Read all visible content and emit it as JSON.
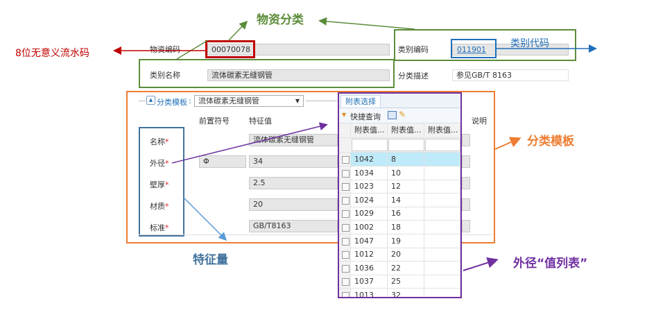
{
  "annotations": {
    "material_category": "物资分类",
    "serial_code": "8位无意义流水码",
    "category_code": "类别代码",
    "category_template": "分类模板",
    "feature_quantity": "特征量",
    "od_value_list": "外径“值列表”"
  },
  "colors": {
    "green": "#5b8c3a",
    "red": "#c00000",
    "blue": "#1f6fb8",
    "orange": "#ed7d31",
    "purple": "#7030a0",
    "steel": "#41719c"
  },
  "form": {
    "material_code_label": "物资编码",
    "material_code": "00070078",
    "category_name_label": "类别名称",
    "category_name": "流体碳素无缝钢管",
    "category_code_label": "类别编码",
    "category_code": "011901",
    "category_desc_label": "分类描述",
    "category_desc": "参见GB/T 8163"
  },
  "template": {
    "label": "分类模板",
    "separator": ":",
    "selected": "流体碳素无缝钢管",
    "col_prefix": "前置符号",
    "col_value": "特征值",
    "col_note": "说明",
    "rows": [
      {
        "name": "名称",
        "prefix": "",
        "value": "流体碳素无缝钢管"
      },
      {
        "name": "外径",
        "prefix": "Φ",
        "value": "34"
      },
      {
        "name": "壁厚",
        "prefix": "",
        "value": "2.5"
      },
      {
        "name": "材质",
        "prefix": "",
        "value": "20"
      },
      {
        "name": "标准",
        "prefix": "",
        "value": "GB/T8163"
      }
    ],
    "required_mark": "*"
  },
  "popup": {
    "tab": "附表选择",
    "quick_query": "快捷查询",
    "headers": [
      "附表值...",
      "附表值...",
      "附表值..."
    ],
    "rows": [
      [
        "1042",
        "8"
      ],
      [
        "1034",
        "10"
      ],
      [
        "1023",
        "12"
      ],
      [
        "1024",
        "14"
      ],
      [
        "1029",
        "16"
      ],
      [
        "1002",
        "18"
      ],
      [
        "1047",
        "19"
      ],
      [
        "1012",
        "20"
      ],
      [
        "1036",
        "22"
      ],
      [
        "1037",
        "25"
      ],
      [
        "1013",
        "32"
      ]
    ],
    "selected_index": 0
  }
}
